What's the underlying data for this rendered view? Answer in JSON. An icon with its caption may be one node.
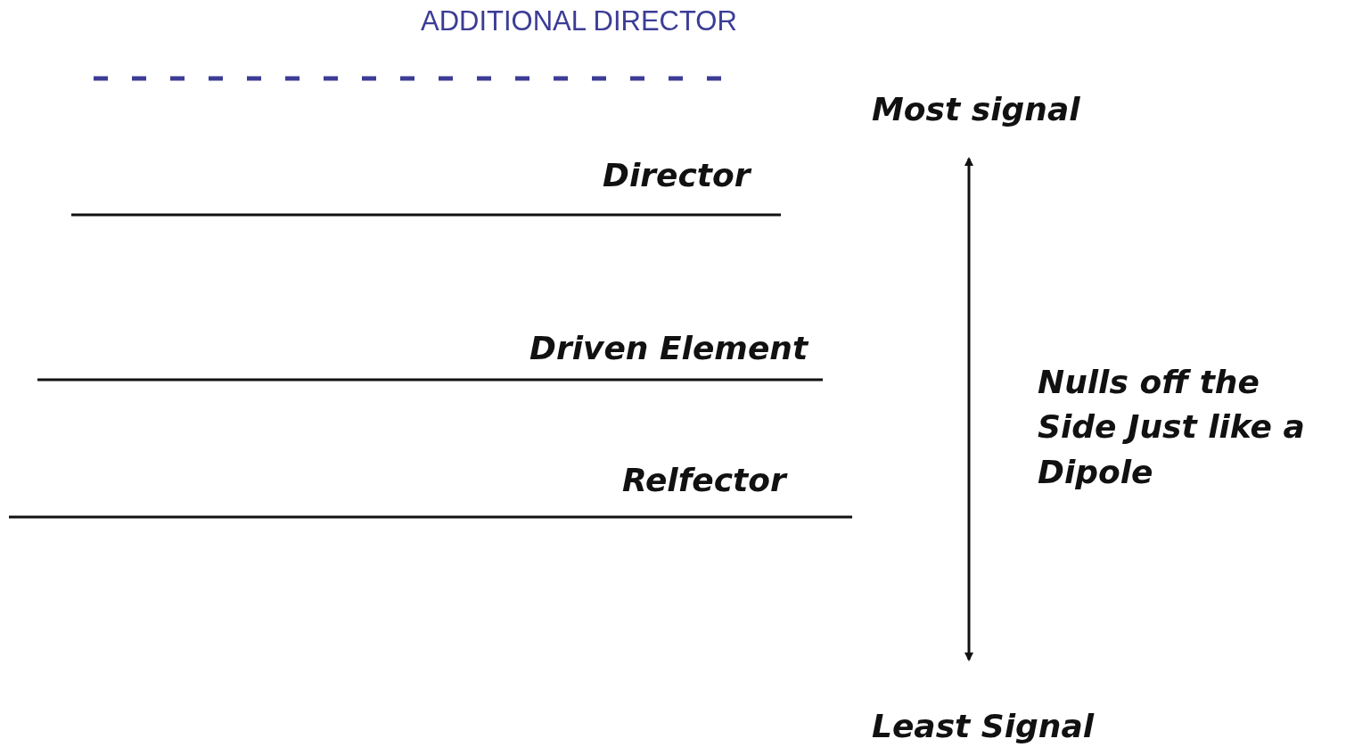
{
  "diagram": {
    "labels": [
      "ADDITIONAL DIRECTOR",
      "Most signal",
      "Director",
      "Driven Element",
      "Nulls off the Side Just like a Dipole",
      "Relfector",
      "Least Signal"
    ]
  }
}
